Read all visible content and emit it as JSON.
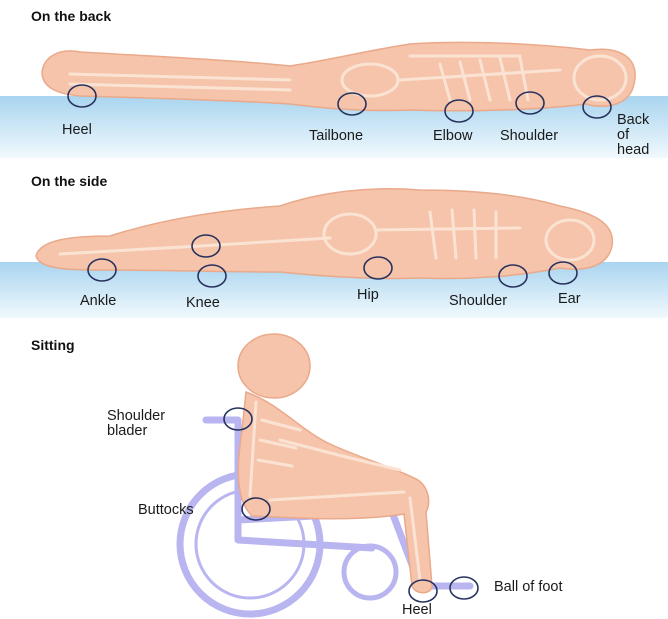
{
  "sections": [
    {
      "title": "On the back",
      "points": [
        "Heel",
        "Tailbone",
        "Elbow",
        "Shoulder",
        "Back\nof\nhead"
      ]
    },
    {
      "title": "On the side",
      "points": [
        "Ankle",
        "Knee",
        "Hip",
        "Shoulder",
        "Ear"
      ]
    },
    {
      "title": "Sitting",
      "points": [
        "Shoulder\nblader",
        "Buttocks",
        "Heel",
        "Ball of foot"
      ]
    }
  ],
  "colors": {
    "skin": "#f6c4aa",
    "skin_edge": "#e9a98a",
    "bone": "#fbe3d4",
    "mattress_top": "#a9d4ef",
    "mattress_bottom": "#e9f5fc",
    "circle": "#27325f",
    "wheelchair": "#b9b5f0"
  }
}
